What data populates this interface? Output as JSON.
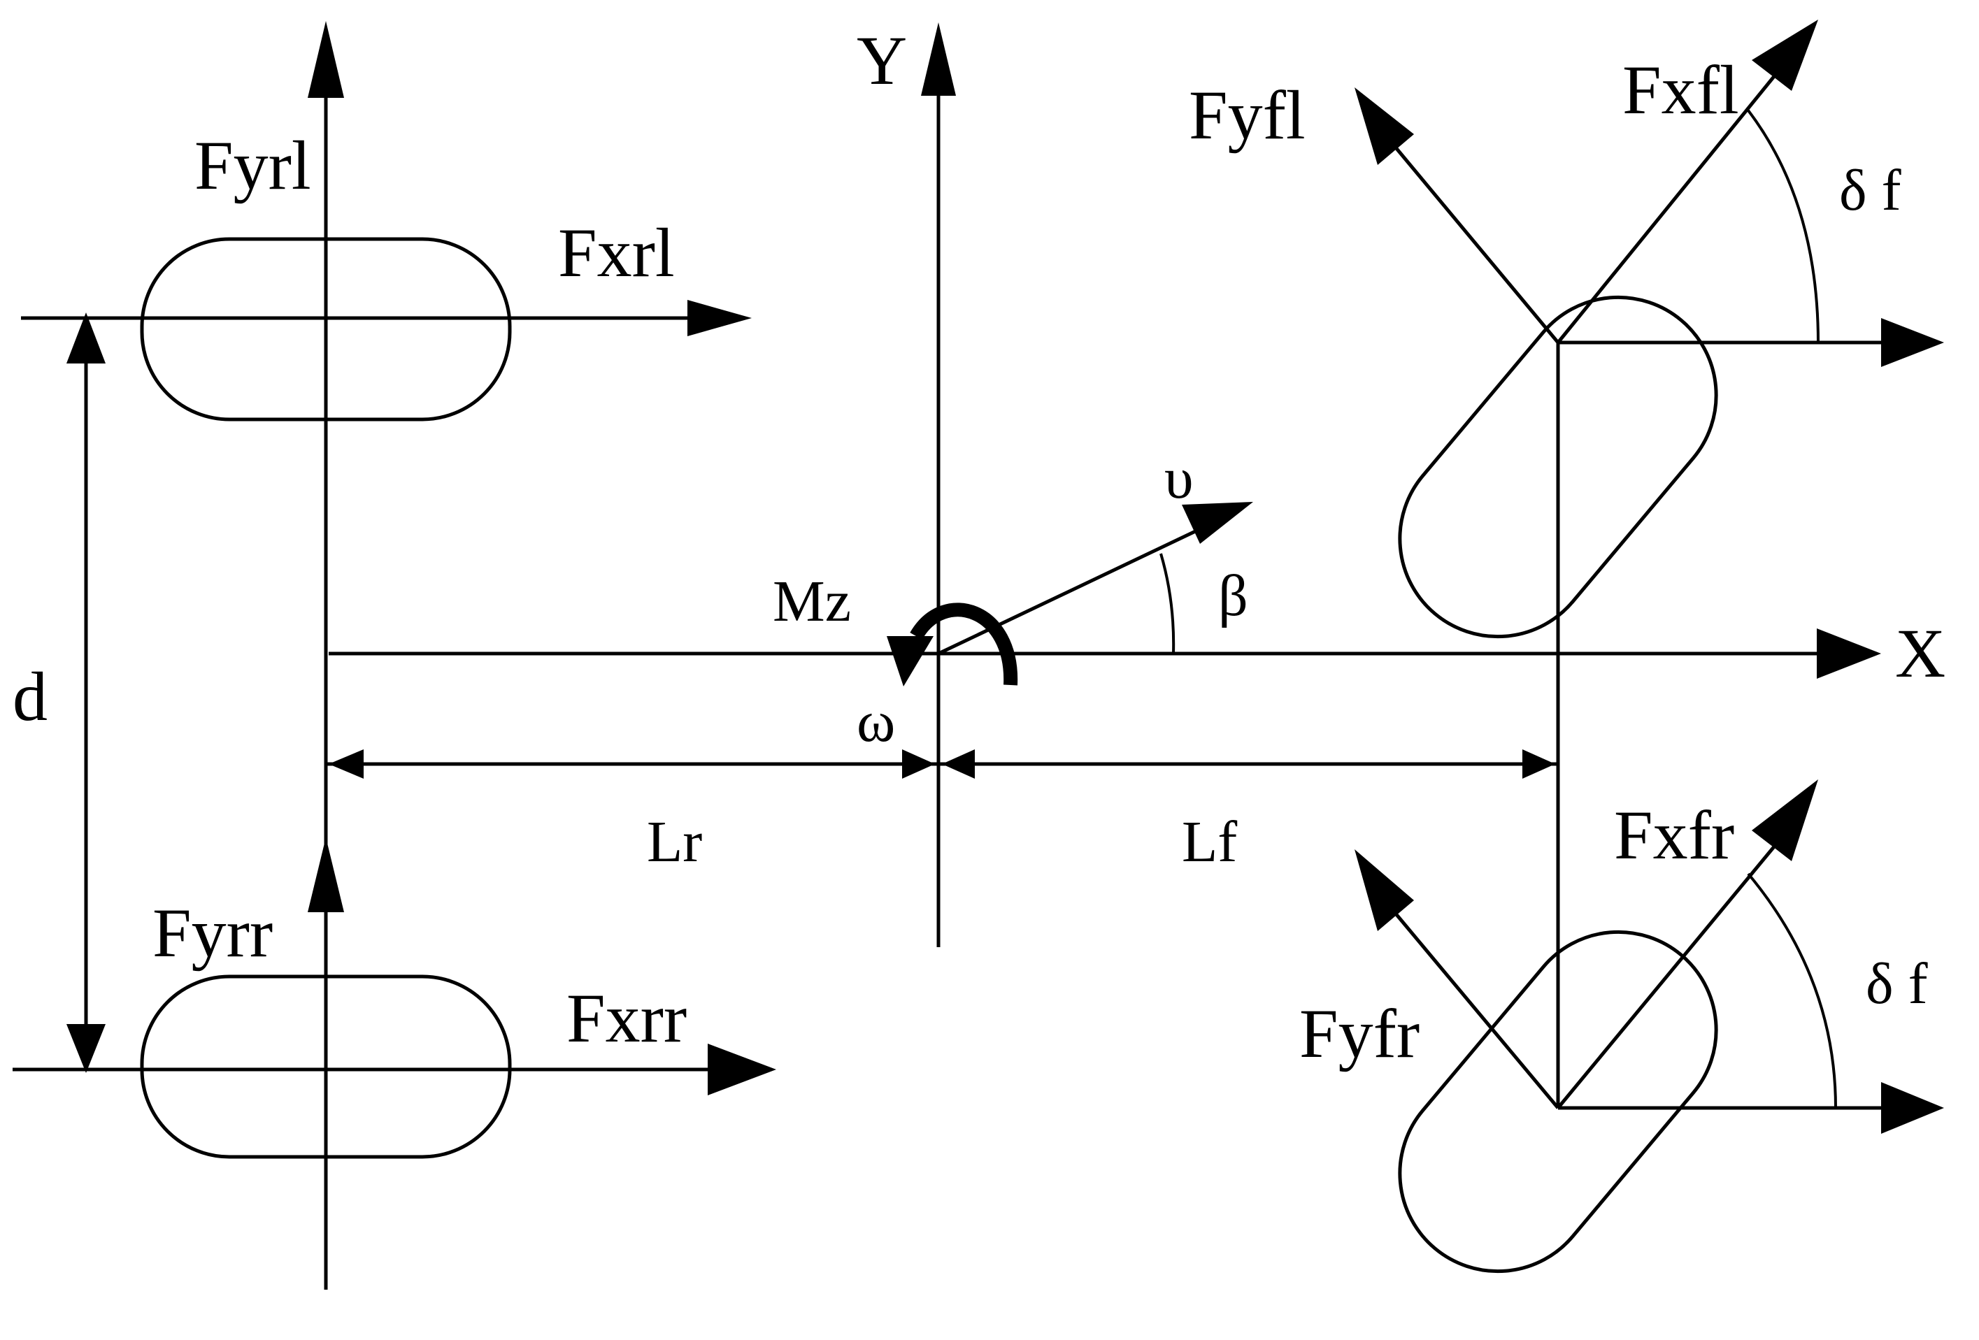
{
  "axes": {
    "x_label": "X",
    "y_label": "Y"
  },
  "forces": {
    "fyrl": "Fyrl",
    "fxrl": "Fxrl",
    "fyrr": "Fyrr",
    "fxrr": "Fxrr",
    "fyfl": "Fyfl",
    "fxfl": "Fxfl",
    "fyfr": "Fyfr",
    "fxfr": "Fxfr"
  },
  "symbols": {
    "track_width": "d",
    "rear_length": "Lr",
    "front_length": "Lf",
    "yaw_moment": "Mz",
    "yaw_rate": "ω",
    "velocity": "υ",
    "sideslip": "β",
    "steer_front_left": "δ f",
    "steer_front_right": "δ f"
  }
}
